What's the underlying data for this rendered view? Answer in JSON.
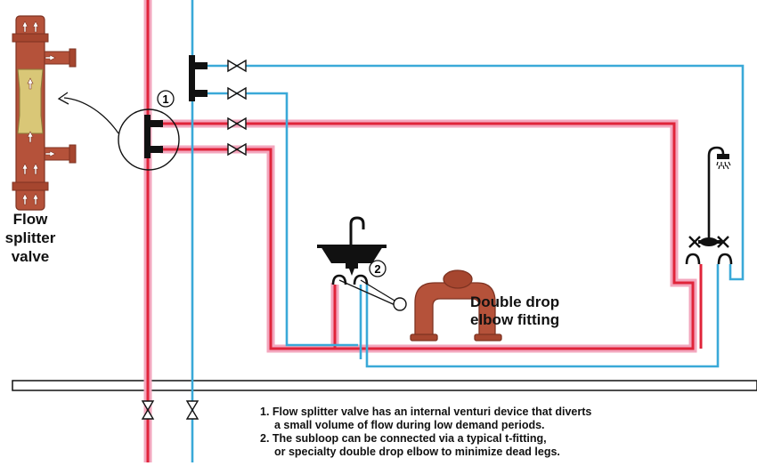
{
  "labels": {
    "splitter": [
      "Flow",
      "splitter",
      "valve"
    ],
    "elbow": [
      "Double drop",
      "elbow fitting"
    ],
    "callout_1": "1",
    "callout_2": "2"
  },
  "notes": [
    {
      "line1": "1. Flow splitter valve has an internal venturi device that diverts",
      "line2": "a small volume of flow during low demand periods."
    },
    {
      "line1": "2. The subloop can be connected via a typical t-fitting,",
      "line2": "or specialty double drop elbow to minimize dead legs."
    }
  ],
  "colors": {
    "hot_pipe": "#e0243a",
    "hot_glow": "#f3a7be",
    "cold_pipe": "#3aa9d8",
    "copper": "#b5523a",
    "copper_dark": "#7e3322",
    "brass": "#d9c777",
    "fitting": "#111111"
  },
  "icons": [
    "valve-icon",
    "sink-icon",
    "shower-head-icon",
    "flow-arrow-icon"
  ]
}
